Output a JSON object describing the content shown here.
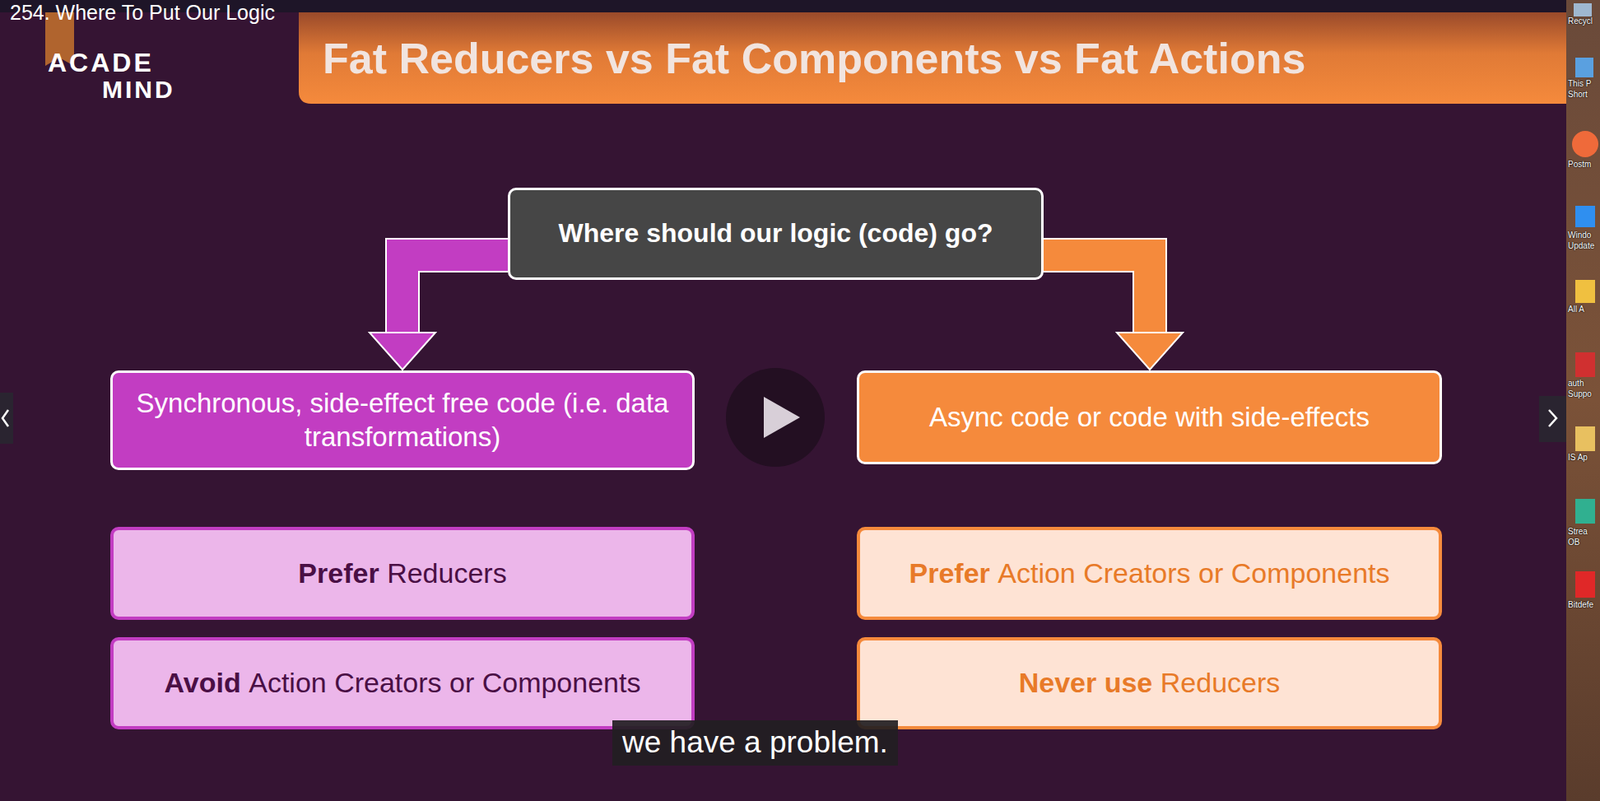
{
  "diagram": {
    "title": "Fat Reducers vs Fat Components vs Fat Actions",
    "nodes": [
      {
        "text": [
          "Where should our logic (code) go?"
        ]
      },
      {
        "text": [
          "Synchronous, side-effect free code (i.e. data transformations)"
        ]
      },
      {
        "text": [
          "Async code or code with side-effects"
        ]
      },
      {
        "text": [
          "Prefer",
          "Reducers"
        ]
      },
      {
        "text": [
          "Avoid",
          "Action Creators or Components"
        ]
      },
      {
        "text": [
          "Prefer",
          "Action Creators or Components"
        ]
      },
      {
        "text": [
          "Never use",
          "Reducers"
        ]
      }
    ],
    "edges": [
      {
        "from": 0,
        "to": 1,
        "arrow": "to"
      },
      {
        "from": 0,
        "to": 2,
        "arrow": "to"
      }
    ],
    "labels": [
      "254. Where To Put Our Logic",
      "ACADE",
      "MIND",
      "we have a problem.",
      "Recycl",
      "This P",
      "Short",
      "Postm",
      "Windo",
      "Update",
      "All A",
      "auth",
      "Suppo",
      "IS Ap",
      "Strea",
      "OB",
      "Bitdefe"
    ]
  }
}
